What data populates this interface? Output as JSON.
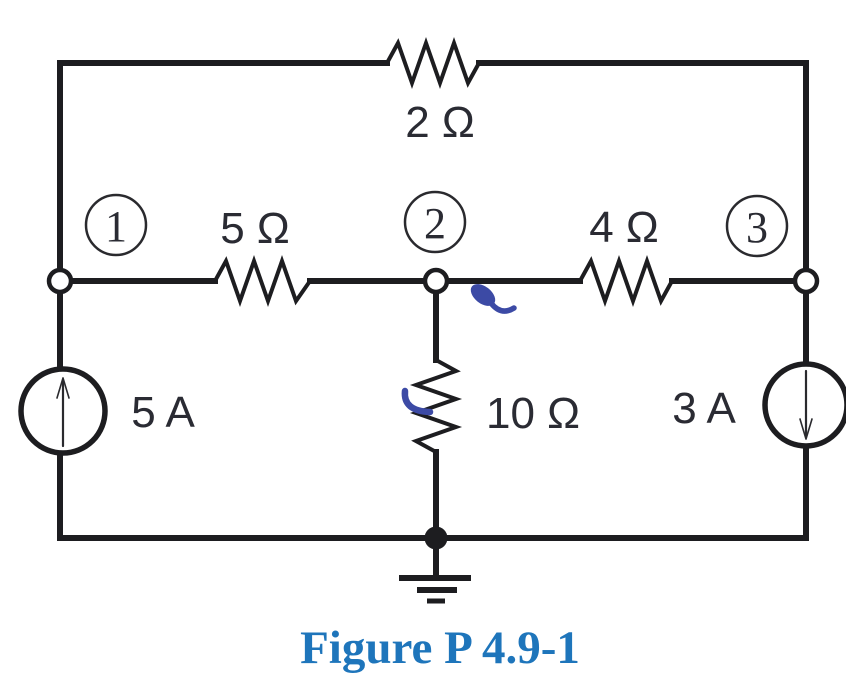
{
  "figure": {
    "caption": "Figure P 4.9-1"
  },
  "circuit": {
    "node_labels": [
      {
        "id": "node-1",
        "label": "1"
      },
      {
        "id": "node-2",
        "label": "2"
      },
      {
        "id": "node-3",
        "label": "3"
      }
    ],
    "resistors": [
      {
        "id": "top-resistor",
        "label": "2 Ω",
        "value": "2",
        "unit": "Ω"
      },
      {
        "id": "left-resistor",
        "label": "5 Ω",
        "value": "5",
        "unit": "Ω"
      },
      {
        "id": "right-resistor",
        "label": "4 Ω",
        "value": "4",
        "unit": "Ω"
      },
      {
        "id": "middle-resistor",
        "label": "10 Ω",
        "value": "10",
        "unit": "Ω"
      }
    ],
    "current_sources": [
      {
        "id": "left-source",
        "label": "5 A",
        "value": "5",
        "unit": "A",
        "arrow_direction": "up"
      },
      {
        "id": "right-source",
        "label": "3 A",
        "value": "3",
        "unit": "A",
        "arrow_direction": "down"
      }
    ],
    "ground": {
      "symbol": "earth-ground"
    },
    "annotations": {
      "pen_marks": [
        {
          "id": "pen-mark-comma",
          "location": "right-of-node-2-terminal"
        },
        {
          "id": "pen-mark-arc",
          "location": "on-10-ohm-resistor"
        }
      ]
    },
    "colors": {
      "wire": "#1d1d20",
      "label": "#2a2b33",
      "caption": "#1e75bb",
      "pen": "#3c4aa5",
      "background": "#ffffff"
    }
  }
}
